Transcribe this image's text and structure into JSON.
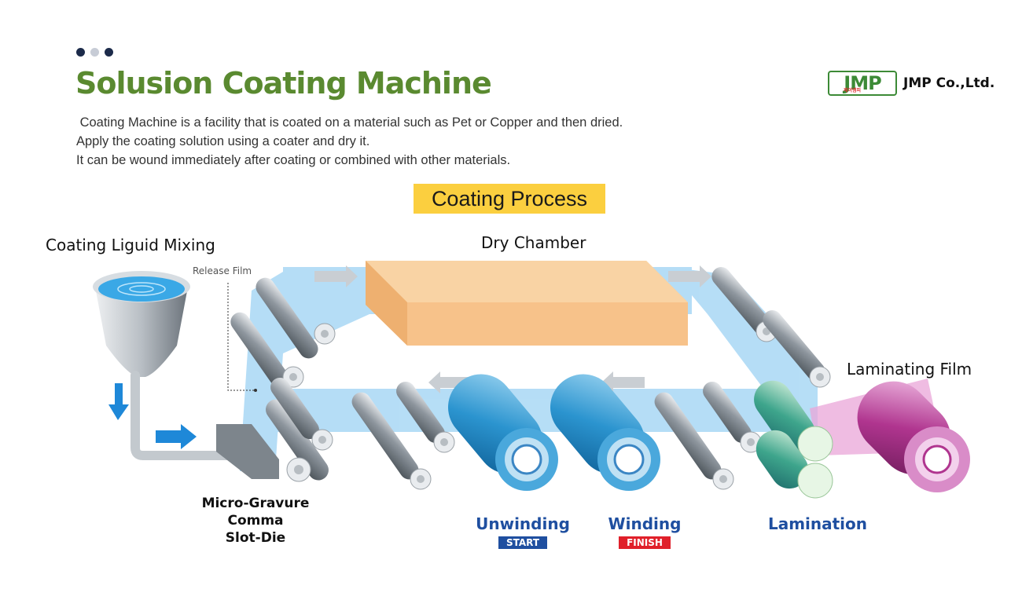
{
  "header": {
    "title": "Solusion Coating Machine",
    "description": [
      " Coating Machine is a facility that is coated on a material such as Pet or Copper and then dried.",
      "Apply the coating solution using a coater and dry it.",
      "It can be wound immediately after coating or combined with other materials."
    ],
    "dots": [
      "#1c2b4a",
      "#c7ccd6",
      "#1c2b4a"
    ]
  },
  "logo": {
    "mark": "JMP",
    "mark_sub": "제이엠피",
    "name": "JMP Co.,Ltd.",
    "color": "#3c8a36"
  },
  "diagram": {
    "process_title": "Coating Process",
    "mixing_label": "Coating Liguid Mixing",
    "dry_label": "Dry Chamber",
    "release_label": "Release Film",
    "laminating_film_label": "Laminating Film",
    "coating_methods": [
      "Micro-Gravure",
      "Comma",
      "Slot-Die"
    ],
    "stages": [
      {
        "name": "Unwinding",
        "tag": "START",
        "tag_color": "#1f4fa0"
      },
      {
        "name": "Winding",
        "tag": "FINISH",
        "tag_color": "#e0202a"
      },
      {
        "name": "Lamination"
      }
    ],
    "colors": {
      "film": "#a9d8f5",
      "chamber": "#f7c28a",
      "laminating_film": "#e9a6d8",
      "accent": "#5a8a30",
      "highlight": "#fbcf3f"
    }
  }
}
